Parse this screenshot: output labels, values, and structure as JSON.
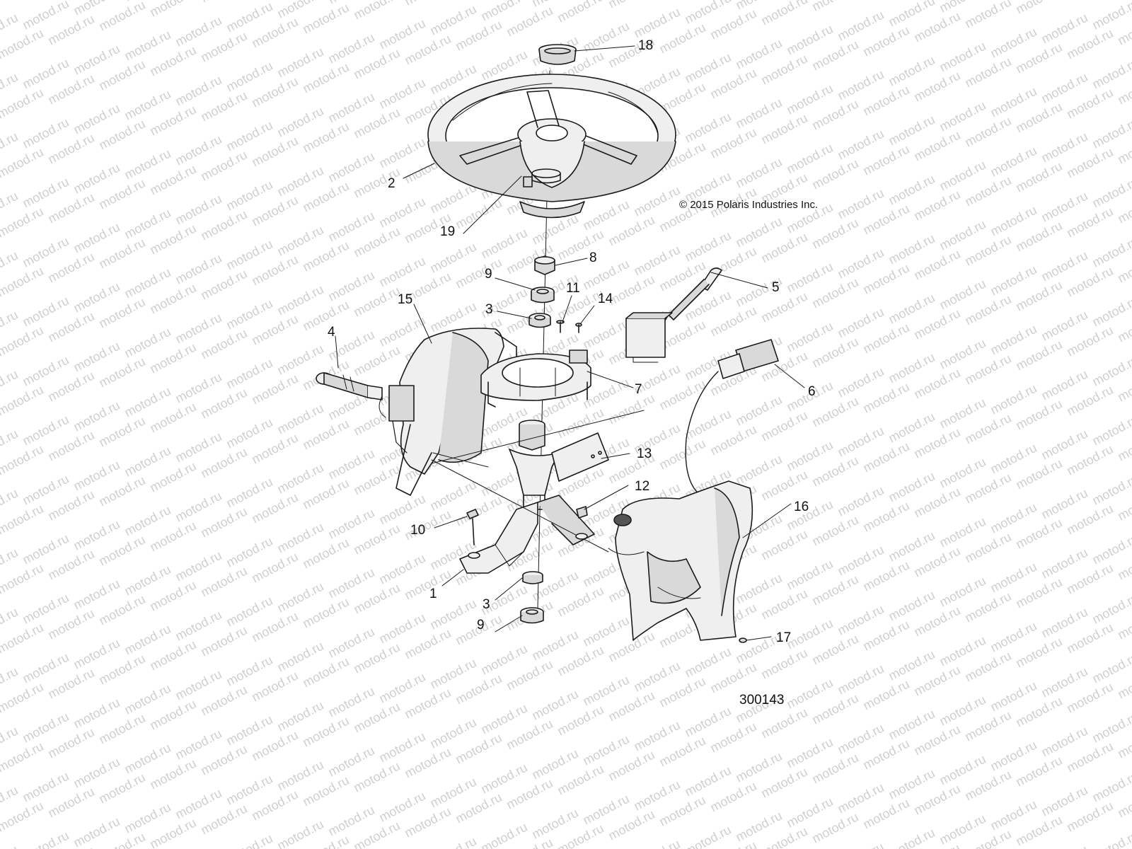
{
  "watermark": {
    "text": "motod.ru",
    "color": "#cfcfcf"
  },
  "copyright": "© 2015 Polaris Industries Inc.",
  "figure_number": "300143",
  "callouts": {
    "c1": "1",
    "c2": "2",
    "c3a": "3",
    "c3b": "3",
    "c4": "4",
    "c5": "5",
    "c6": "6",
    "c7": "7",
    "c8": "8",
    "c9a": "9",
    "c9b": "9",
    "c10": "10",
    "c11": "11",
    "c12": "12",
    "c13": "13",
    "c14": "14",
    "c15": "15",
    "c16": "16",
    "c17": "17",
    "c18": "18",
    "c19": "19"
  },
  "colors": {
    "line": "#1a1a1a",
    "shade": "#d9d9d9",
    "light": "#efefef",
    "dark": "#555555"
  }
}
